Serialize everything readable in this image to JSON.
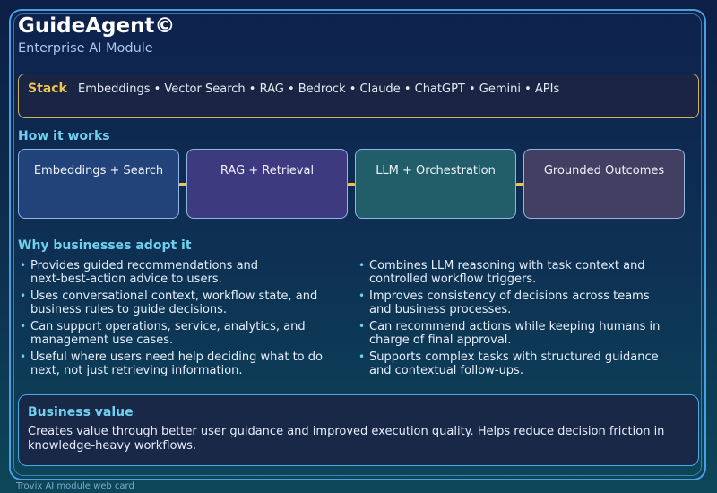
{
  "header": {
    "title": "GuideAgent©",
    "subtitle": "Enterprise AI Module"
  },
  "stack": {
    "label": "Stack",
    "items": "Embeddings • Vector Search • RAG • Bedrock • Claude • ChatGPT • Gemini • APIs"
  },
  "how_it_works": {
    "heading": "How it works",
    "steps": [
      {
        "label": "Embeddings + Search",
        "color": "#22427a"
      },
      {
        "label": "RAG + Retrieval",
        "color": "#3e3a80"
      },
      {
        "label": "LLM + Orchestration",
        "color": "#215e6a"
      },
      {
        "label": "Grounded Outcomes",
        "color": "#423f62"
      }
    ],
    "connector_color": "#f0c24e"
  },
  "why": {
    "heading": "Why businesses adopt it",
    "left": [
      [
        "Provides guided recommendations and",
        "next-best-action advice to users."
      ],
      [
        "Uses conversational context, workflow state, and",
        "business rules to guide decisions."
      ],
      [
        "Can support operations, service, analytics, and",
        "management use cases."
      ],
      [
        "Useful where users need help deciding what to do",
        "next, not just retrieving information."
      ]
    ],
    "right": [
      [
        "Combines LLM reasoning with task context and",
        "controlled workflow triggers."
      ],
      [
        "Improves consistency of decisions across teams",
        "and business processes."
      ],
      [
        "Can recommend actions while keeping humans in",
        "charge of final approval."
      ],
      [
        "Supports complex tasks with structured guidance",
        "and contextual follow-ups."
      ]
    ]
  },
  "business_value": {
    "heading": "Business value",
    "lines": [
      "Creates value through better user guidance and improved execution quality. Helps reduce decision friction in",
      "knowledge-heavy workflows."
    ]
  },
  "footer": "Trovix AI module web card",
  "colors": {
    "accent": "#6fd0f0",
    "stack_label": "#f0c64c",
    "border": "#4a9fe0"
  }
}
